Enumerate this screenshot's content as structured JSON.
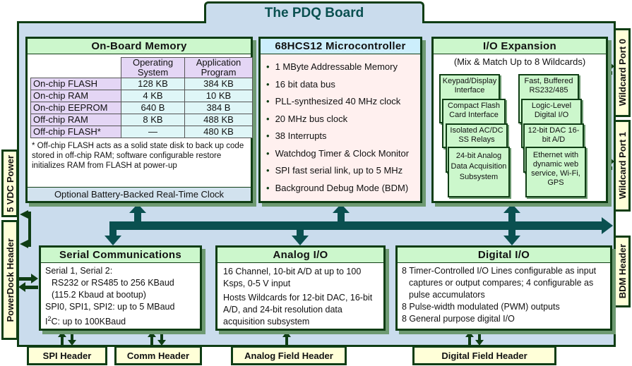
{
  "title": "The PDQ Board",
  "memory": {
    "header": "On-Board Memory",
    "col1": "Operating System",
    "col2": "Application Program",
    "rows": [
      {
        "name": "On-chip FLASH",
        "os": "128 KB",
        "app": "384 KB"
      },
      {
        "name": "On-chip RAM",
        "os": "4 KB",
        "app": "10 KB"
      },
      {
        "name": "On-chip EEPROM",
        "os": "640 B",
        "app": "384 B"
      },
      {
        "name": "Off-chip RAM",
        "os": "8 KB",
        "app": "488 KB"
      },
      {
        "name": "Off-chip FLASH*",
        "os": "—",
        "app": "480 KB"
      }
    ],
    "note": "* Off-chip FLASH acts as a solid state disk to back up code stored in off-chip RAM; software configurable restore initializes RAM from FLASH at power-up",
    "rtc": "Optional Battery-Backed Real-Time Clock"
  },
  "micro": {
    "header": "68HCS12 Microcontroller",
    "items": [
      "1 MByte Addressable Memory",
      "16 bit data bus",
      "PLL-synthesized 40 MHz clock",
      "20 MHz bus clock",
      "38 Interrupts",
      "Watchdog Timer & Clock Monitor",
      "SPI fast serial link, up to 5 MHz",
      "Background Debug Mode (BDM)"
    ]
  },
  "io": {
    "header": "I/O Expansion",
    "sub": "(Mix & Match Up to 8 Wildcards)",
    "left": [
      "Keypad/Display Interface",
      "Compact Flash Card Interface",
      "Isolated AC/DC SS Relays",
      "24-bit Analog Data Acquisition Subsystem"
    ],
    "right": [
      "Fast, Buffered RS232/485",
      "Logic-Level Digital I/O",
      "12-bit DAC 16-bit A/D",
      "Ethernet with dynamic web service, Wi-Fi, GPS"
    ]
  },
  "serial": {
    "header": "Serial Communications",
    "l1": "Serial 1, Serial 2:",
    "l2": "RS232 or RS485 to 256 KBaud",
    "l3": "(115.2 Kbaud at bootup)",
    "l4": "SPI0, SPI1, SPI2: up to 5 MBaud",
    "l5a": "I",
    "l5sup": "2",
    "l5b": "C: up to 100KBaud"
  },
  "analog": {
    "header": "Analog I/O",
    "l1": "16 Channel, 10-bit A/D at up to 100 Ksps, 0-5 V input",
    "l2": "Hosts Wildcards for 12-bit DAC, 16-bit A/D, and 24-bit resolution data acquisition subsystem"
  },
  "digital": {
    "header": "Digital I/O",
    "l1": "8 Timer-Controlled I/O Lines configurable as input captures or output compares; 4 configurable as pulse accumulators",
    "l2": "8 Pulse-width modulated (PWM) outputs",
    "l3": "8 General purpose digital I/O"
  },
  "tabs": {
    "power": "5 VDC Power",
    "powerdock": "PowerDock Header",
    "wc0": "Wildcard Port 0",
    "wc1": "Wildcard Port 1",
    "bdm": "BDM Header",
    "spi": "SPI Header",
    "comm": "Comm Header",
    "analog": "Analog Field Header",
    "digital": "Digital Field Header"
  }
}
